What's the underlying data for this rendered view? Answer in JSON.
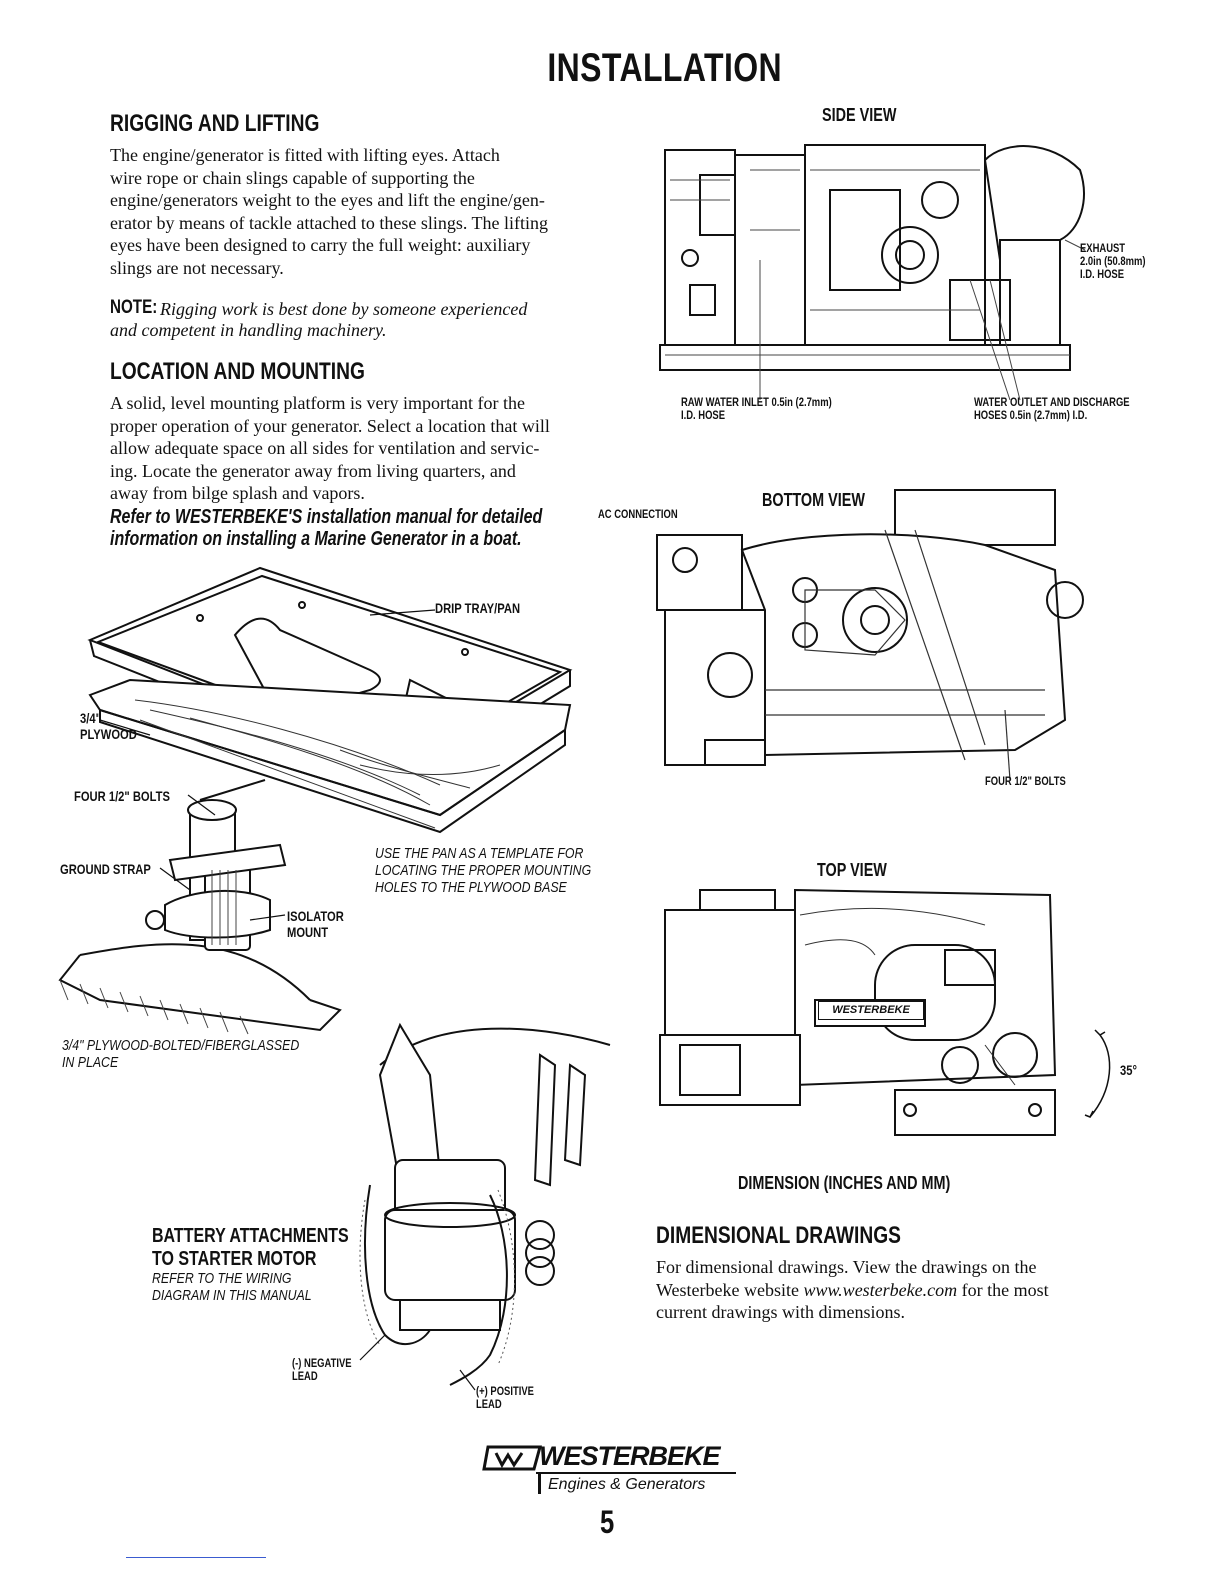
{
  "page_title": "INSTALLATION",
  "rigging": {
    "heading": "RIGGING AND LIFTING",
    "body_lines": [
      "The engine/generator is fitted with lifting eyes. Attach",
      "wire rope or chain slings capable of supporting the",
      "engine/generators weight to the eyes and lift the engine/gen-",
      "erator by means of tackle attached to these slings. The lifting",
      "eyes have been designed to carry the full weight: auxiliary",
      "slings are not necessary."
    ],
    "note_label": "NOTE:",
    "note_lines": [
      "Rigging work is best done by someone experienced",
      "and competent in handling machinery."
    ]
  },
  "location": {
    "heading": "LOCATION AND MOUNTING",
    "body_lines": [
      "A solid, level mounting platform is very important for the",
      "proper operation of your generator. Select a location that will",
      "allow adequate space on all sides for ventilation and servic-",
      "ing. Locate the generator away from living quarters, and",
      "away from bilge splash and vapors."
    ],
    "refer_lines": [
      "Refer to WESTERBEKE'S installation manual for detailed",
      "information on installing a Marine Generator in a boat."
    ]
  },
  "mounting_figure": {
    "drip_tray": "DRIP TRAY/PAN",
    "plywood_lines": [
      "3/4\"",
      "PLYWOOD"
    ],
    "four_bolts": "FOUR 1/2\" BOLTS",
    "ground_strap": "GROUND STRAP",
    "isolator_lines": [
      "ISOLATOR",
      "MOUNT"
    ],
    "template_caption": [
      "USE THE PAN AS A TEMPLATE FOR",
      "LOCATING THE PROPER MOUNTING",
      "HOLES TO THE PLYWOOD BASE"
    ],
    "plywood_caption": [
      "3/4\" PLYWOOD-BOLTED/FIBERGLASSED",
      "IN PLACE"
    ]
  },
  "battery_figure": {
    "heading_lines": [
      "BATTERY ATTACHMENTS",
      "TO STARTER MOTOR"
    ],
    "sub_lines": [
      "REFER TO THE WIRING",
      "DIAGRAM IN THIS MANUAL"
    ],
    "negative_lines": [
      "(-) NEGATIVE",
      "LEAD"
    ],
    "positive_lines": [
      "(+) POSITIVE",
      "LEAD"
    ]
  },
  "side_view": {
    "title": "SIDE VIEW",
    "exhaust_lines": [
      "EXHAUST",
      "2.0in (50.8mm)",
      "I.D. HOSE"
    ],
    "raw_water_lines": [
      "RAW WATER INLET 0.5in (2.7mm)",
      "I.D. HOSE"
    ],
    "water_outlet_lines": [
      "WATER OUTLET AND DISCHARGE",
      "HOSES 0.5in (2.7mm) I.D."
    ]
  },
  "bottom_view": {
    "title": "BOTTOM VIEW",
    "ac_connection": "AC CONNECTION",
    "four_bolts": "FOUR 1/2\" BOLTS"
  },
  "top_view": {
    "title": "TOP VIEW",
    "angle": "35°",
    "nameplate": "WESTERBEKE",
    "dimension_caption": "DIMENSION (INCHES AND MM)"
  },
  "dimensional": {
    "heading": "DIMENSIONAL DRAWINGS",
    "line1": "For dimensional drawings. View the drawings on the",
    "line2_pre": "Westerbeke website ",
    "line2_url": "www.westerbeke.com",
    "line2_post": " for the most",
    "line3": "current drawings with dimensions."
  },
  "footer": {
    "brand": "WESTERBEKE",
    "tagline": "Engines & Generators",
    "page_number": "5"
  }
}
